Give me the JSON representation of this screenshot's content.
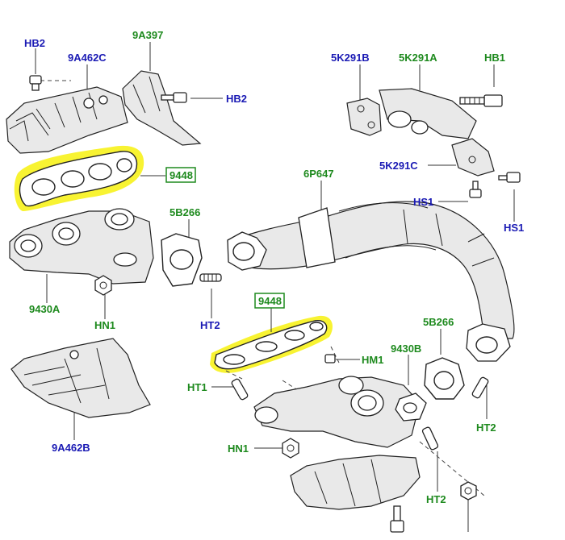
{
  "labels": {
    "hb2_top": "HB2",
    "heatshield_upper": "9A462C",
    "shield_9a397": "9A397",
    "hb2_right": "HB2",
    "bracket_5k291b": "5K291B",
    "bracket_5k291a": "5K291A",
    "hb1": "HB1",
    "bracket_5k291c": "5K291C",
    "hs1_left": "HS1",
    "hs1_right": "HS1",
    "gasket_9448_upper": "9448",
    "pipe_6p647": "6P647",
    "gasket_5b266_left": "5B266",
    "manifold_9430a": "9430A",
    "hn1_left": "HN1",
    "ht2_mid": "HT2",
    "gasket_9448_lower": "9448",
    "gasket_5b266_right": "5B266",
    "manifold_9430b": "9430B",
    "hm1": "HM1",
    "ht1": "HT1",
    "ht2_right": "HT2",
    "heatshield_lower": "9A462B",
    "hn1_bottom": "HN1",
    "ht2_bottom": "HT2"
  },
  "colors": {
    "part_number_text": "#1e8a1e",
    "fastener_text": "#1a1ab4",
    "highlight": "#f7f21c"
  }
}
